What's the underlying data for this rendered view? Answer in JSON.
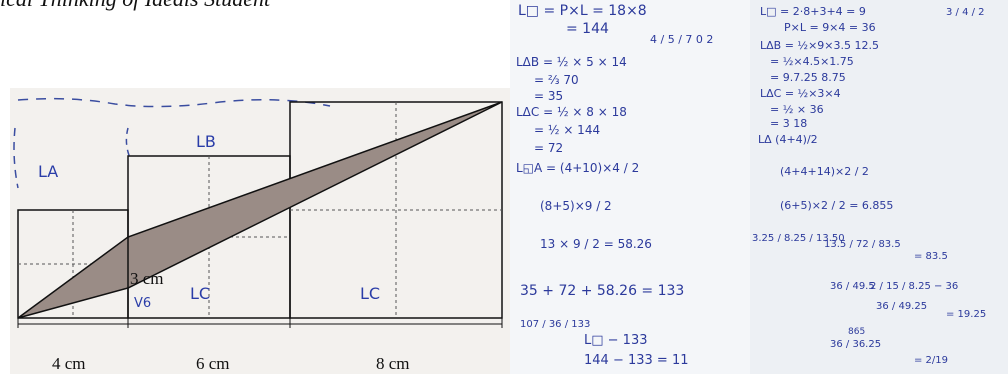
{
  "caption": "ical Thinking of Ideals Student",
  "figure": {
    "region_labels": [
      "LA",
      "LB",
      "LC",
      "LC"
    ],
    "marked_label": "3 cm",
    "small_label": "V6",
    "bottom_labels": [
      "4 cm",
      "6 cm",
      "8 cm"
    ]
  },
  "notes_left": [
    "L□ = P×L = 18×8",
    "= 144",
    "4 / 5 / 7 0 2",
    "LΔB = ½ × 5 × 14",
    "= ⅔ 70",
    "= 35",
    "LΔC = ½ × 8 × 18",
    "= ½ × 144",
    "= 72",
    "L◱A = (4+10)×4 / 2",
    "(8+5)×9 / 2",
    "13 × 9 / 2 = 58.26",
    "35 + 72 + 58.26 = 133",
    "107 / 36 / 133",
    "L□ − 133",
    "144 − 133 = 11"
  ],
  "notes_right": [
    "L□ = 2·8+3+4 = 9",
    "P×L = 9×4 = 36",
    "LΔB = ½×9×3.5 12.5",
    "= ½×4.5×1.75",
    "= 9.7.25 8.75",
    "LΔC = ½×3×4",
    "= ½ × 36",
    "= 3 18",
    "LΔ (4+4)/2",
    "(4+4+14)×2 / 2",
    "(6+5)×2 / 2 = 6.855",
    "3.25 / 8.25 / 13.50",
    "13.5 / 72 / 83.5",
    "= 83.5",
    "36 / 49.5",
    "2 / 15 / 8.25 − 36",
    "36 / 49.25",
    "= 19.25",
    "36 / 36.25",
    "865",
    "= 2/19",
    "3 / 4 / 2"
  ]
}
